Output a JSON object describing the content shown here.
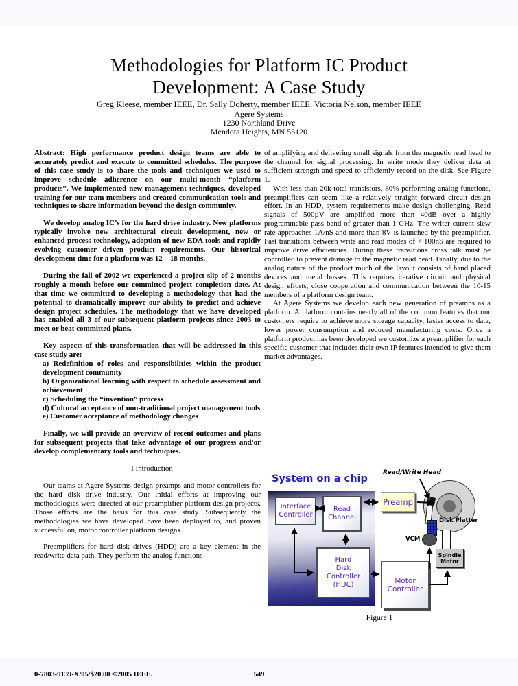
{
  "header": {
    "title_line1": "Methodologies for Platform IC Product",
    "title_line2": "Development: A Case Study",
    "authors": "Greg Kleese, member IEEE, Dr. Sally Doherty, member IEEE, Victoria Nelson, member IEEE",
    "affiliation": "Agere Systems",
    "address": "1230 Northland Drive",
    "city": "Mendota Heights, MN 55120"
  },
  "left_column": {
    "abstract_p1": "Abstract:  High performance product design teams are able to accurately predict and execute to committed schedules.  The purpose of this case study is to share the tools and techniques we used to improve schedule adherence on our multi-month “platform products”.  We implemented new management techniques, developed training for our team members and created communication tools and techniques to share information beyond the design community.",
    "abstract_p2": "We develop analog IC’s for the hard drive industry.  New platforms typically involve new architectural circuit development, new or enhanced process technology, adoption of new EDA tools and rapidly evolving customer driven product requirements.  Our historical development time for a platform was 12 – 18 months.",
    "abstract_p3": "During the fall of 2002 we experienced a project slip of 2 months roughly a month before our committed project completion date.  At that time we committed to developing a methodology that had the potential to dramatically improve our ability to predict and achieve design project schedules.  The methodology that we have developed has enabled all 3 of our subsequent platform projects since 2003 to meet or beat committed plans.",
    "abstract_p4": "Key aspects of this transformation that will be addressed in this case study are:",
    "key_aspects": [
      "a) Redefinition of roles and responsibilities within the product development community",
      "b) Organizational learning with respect to schedule assessment and achievement",
      "c) Scheduling the “invention” process",
      "d) Cultural acceptance of non-traditional project management tools",
      "e) Customer acceptance of methodology changes"
    ],
    "abstract_p5": "Finally, we will provide an overview of recent outcomes and plans for subsequent projects that take advantage of our progress and/or develop complementary tools and techniques.",
    "section_heading": "I Introduction",
    "intro_p1": "Our teams at Agere Systems design preamps and motor controllers for the hard disk drive industry.  Our initial efforts at improving our methodologies were directed at our preamplifier platform design projects.  Those efforts are the basis for this case study.  Subsequently the methodologies we have developed have been deployed to, and proven successful on, motor controller platform designs.",
    "intro_p2": "Preamplifiers for hard disk drives (HDD) are a key element in the read/write data path.  They perform the analog functions"
  },
  "right_column": {
    "p1": "of amplifying and delivering small signals from the magnetic read head to the channel for signal processing.  In write mode they deliver data at sufficient strength and speed to efficiently record on the disk.  See Figure 1.",
    "p2": "With less than 20k total transistors, 80% performing analog functions, preamplifiers can seem like a relatively straight forward circuit design effort.  In an HDD, system requirements make design challenging.  Read signals of 500µV are amplified more than 40dB over a highly programmable pass band of greater than 1 GHz.  The writer current slew rate approaches 1A/nS and more than 8V is launched by the preamplifier.  Fast transitions between write and read modes of < 100nS are required to improve drive efficiencies.  During these transitions cross talk must be controlled to prevent damage to the magnetic read head. Finally, due to the analog nature of the product much of the layout consists of hand placed devices and metal busses.  This requires iterative circuit and physical design efforts, close cooperation and communication between the 10-15 members of a platform design team.",
    "p3": "At Agere Systems we develop each new generation of preamps as a platform.  A platform contains nearly all of the common features that our customers require to achieve more storage capacity, faster access to data, lower power consumption and reduced manufacturing costs.  Once a platform product has been developed we customize a preamplifier for each specific customer that includes their own IP features intended to give them market advantages."
  },
  "figure": {
    "soc_title": "System on a chip",
    "blocks": {
      "interface_controller": "Interface\nController",
      "read_channel": "Read\nChannel",
      "hdc": "Hard\nDisk\nController\n(HDC)",
      "preamp": "Preamp",
      "motor_controller": "Motor\nController",
      "spindle_motor": "Spindle\nMotor"
    },
    "labels": {
      "read_write_head": "Read/Write Head",
      "disk_platter": "Disk Platter",
      "vcm": "VCM"
    },
    "caption": "Figure 1",
    "colors": {
      "soc_title_blue": "#2424b0",
      "block_text_purple": "#5c22b4",
      "preamp_fill": "#ffffcc",
      "vcm_blue": "#2538c8"
    }
  },
  "footer": {
    "copyright": "0-7803-9139-X/05/$20.00 ©2005 IEEE.",
    "page_number": "549"
  }
}
